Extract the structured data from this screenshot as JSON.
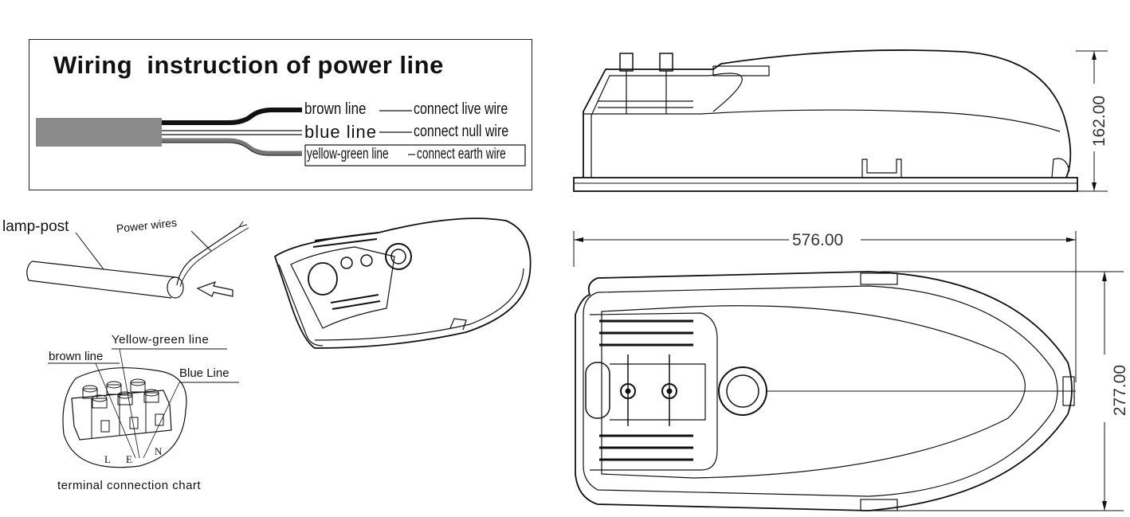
{
  "wiring_box": {
    "title": "Wiring  instruction of power line",
    "rows": [
      {
        "wire": "brown line",
        "action": "connect live wire"
      },
      {
        "wire": "blue line",
        "action": "connect null wire"
      },
      {
        "wire": "yellow-green line",
        "action": "connect earth wire"
      }
    ]
  },
  "post_sketch": {
    "post_label": "lamp-post",
    "wires_label": "Power wires"
  },
  "terminal_sketch": {
    "yellow_green_label": "Yellow-green line",
    "brown_label": "brown line",
    "blue_label": "Blue Line",
    "terminals": [
      "L",
      "E",
      "N"
    ],
    "caption": "terminal connection chart"
  },
  "dimensions": {
    "height": "162.00",
    "length": "576.00",
    "width": "277.00"
  },
  "colors": {
    "line": "#111111",
    "cable_jacket": "#8a8a8a",
    "box_border": "#222222"
  }
}
